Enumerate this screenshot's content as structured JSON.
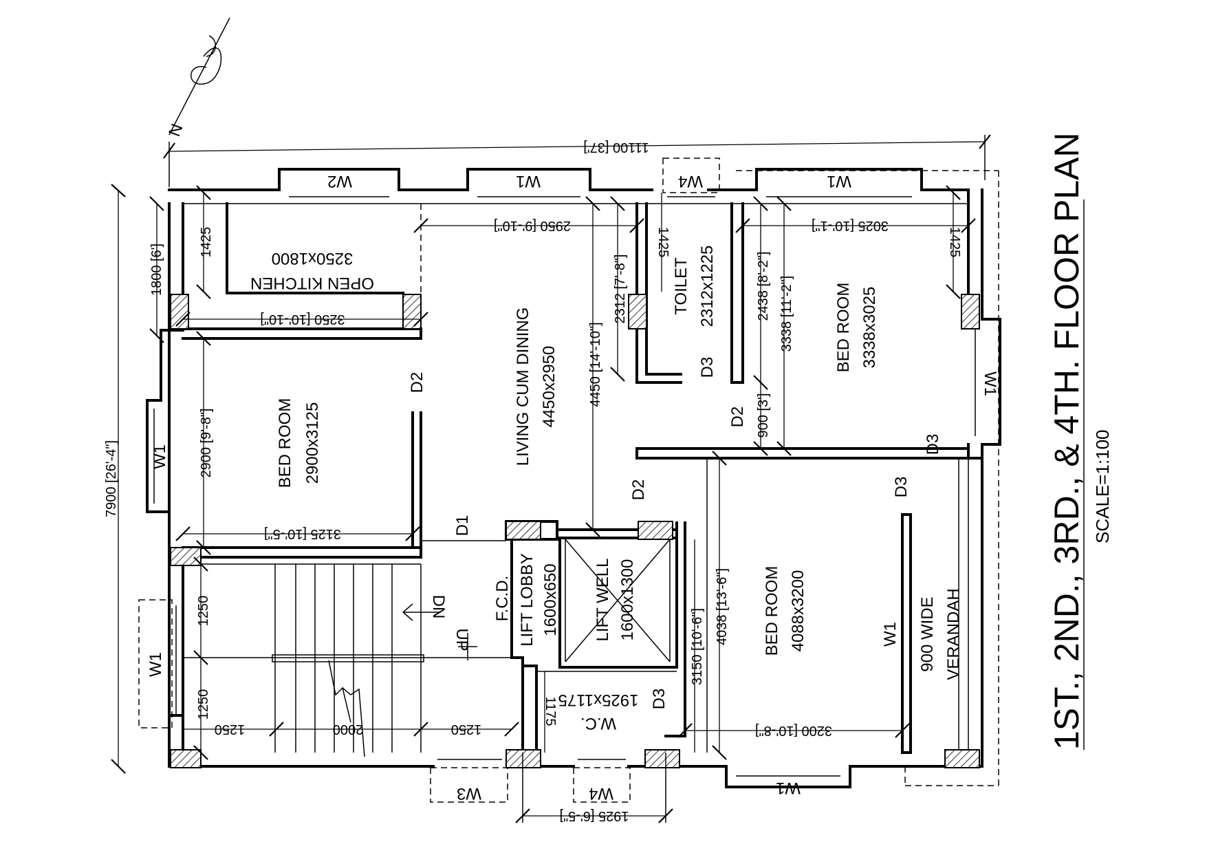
{
  "title": "1ST., 2ND., 3RD., & 4TH. FLOOR PLAN",
  "scale": "SCALE=1:100",
  "north_marker": "N",
  "rooms": {
    "open_kitchen": {
      "name": "OPEN KITCHEN",
      "size": "3250x1800"
    },
    "living": {
      "name": "LIVING CUM DINING",
      "size": "4450x2950"
    },
    "toilet": {
      "name": "TOILET",
      "size": "2312x1225"
    },
    "bedroom_ne": {
      "name": "BED ROOM",
      "size": "3338x3025"
    },
    "bedroom_w": {
      "name": "BED ROOM",
      "size": "2900x3125"
    },
    "bedroom_se": {
      "name": "BED ROOM",
      "size": "4088x3200"
    },
    "lift_lobby": {
      "name": "LIFT LOBBY",
      "size": "1600x650"
    },
    "lift_well": {
      "name": "LIFT WELL",
      "size": "1600x1300"
    },
    "wc": {
      "name": "W.C.",
      "size": "1925x1175"
    },
    "verandah": {
      "line1": "900 WIDE",
      "line2": "VERANDAH"
    },
    "fcd": "F.C.D."
  },
  "stair": {
    "dn": "DN",
    "up": "UP"
  },
  "doors": [
    "D1",
    "D2",
    "D3"
  ],
  "windows": [
    "W1",
    "W2",
    "W3",
    "W4"
  ],
  "dimensions": {
    "overall_width": "11100 [37']",
    "overall_depth": "7900 [26'-4\"]",
    "kitchen_left": "1800 [6']",
    "kitchen_1425_a": "1425",
    "kitchen_1425_b": "1425",
    "kitchen_1425_c": "1425",
    "kitchen_width": "3250 [10'-10\"]",
    "living_width": "2950 [9'-10\"]",
    "bed_ne_width": "3025 [10'-1\"]",
    "toilet_depth": "2312 [7'-8\"]",
    "living_depth": "4450 [14'-10\"]",
    "bed_ne_2438": "2438 [8'-2\"]",
    "bed_ne_3338": "3338 [11'-2\"]",
    "bed_ne_900": "900 [3']",
    "bed_w_depth": "2900 [9'-8\"]",
    "bed_w_width": "3125 [10'-5\"]",
    "stair_1250_a": "1250",
    "stair_1250_b": "1250",
    "stair_1250_c": "1250",
    "stair_2000": "2000",
    "stair_1250_d": "1250",
    "wc_1175": "1175",
    "lobby_3150": "3150 [10'-6\"]",
    "bed_se_4038": "4038 [13'-6\"]",
    "bed_se_width": "3200 [10'-8\"]",
    "wc_width": "1925 [6'-5\"]"
  }
}
